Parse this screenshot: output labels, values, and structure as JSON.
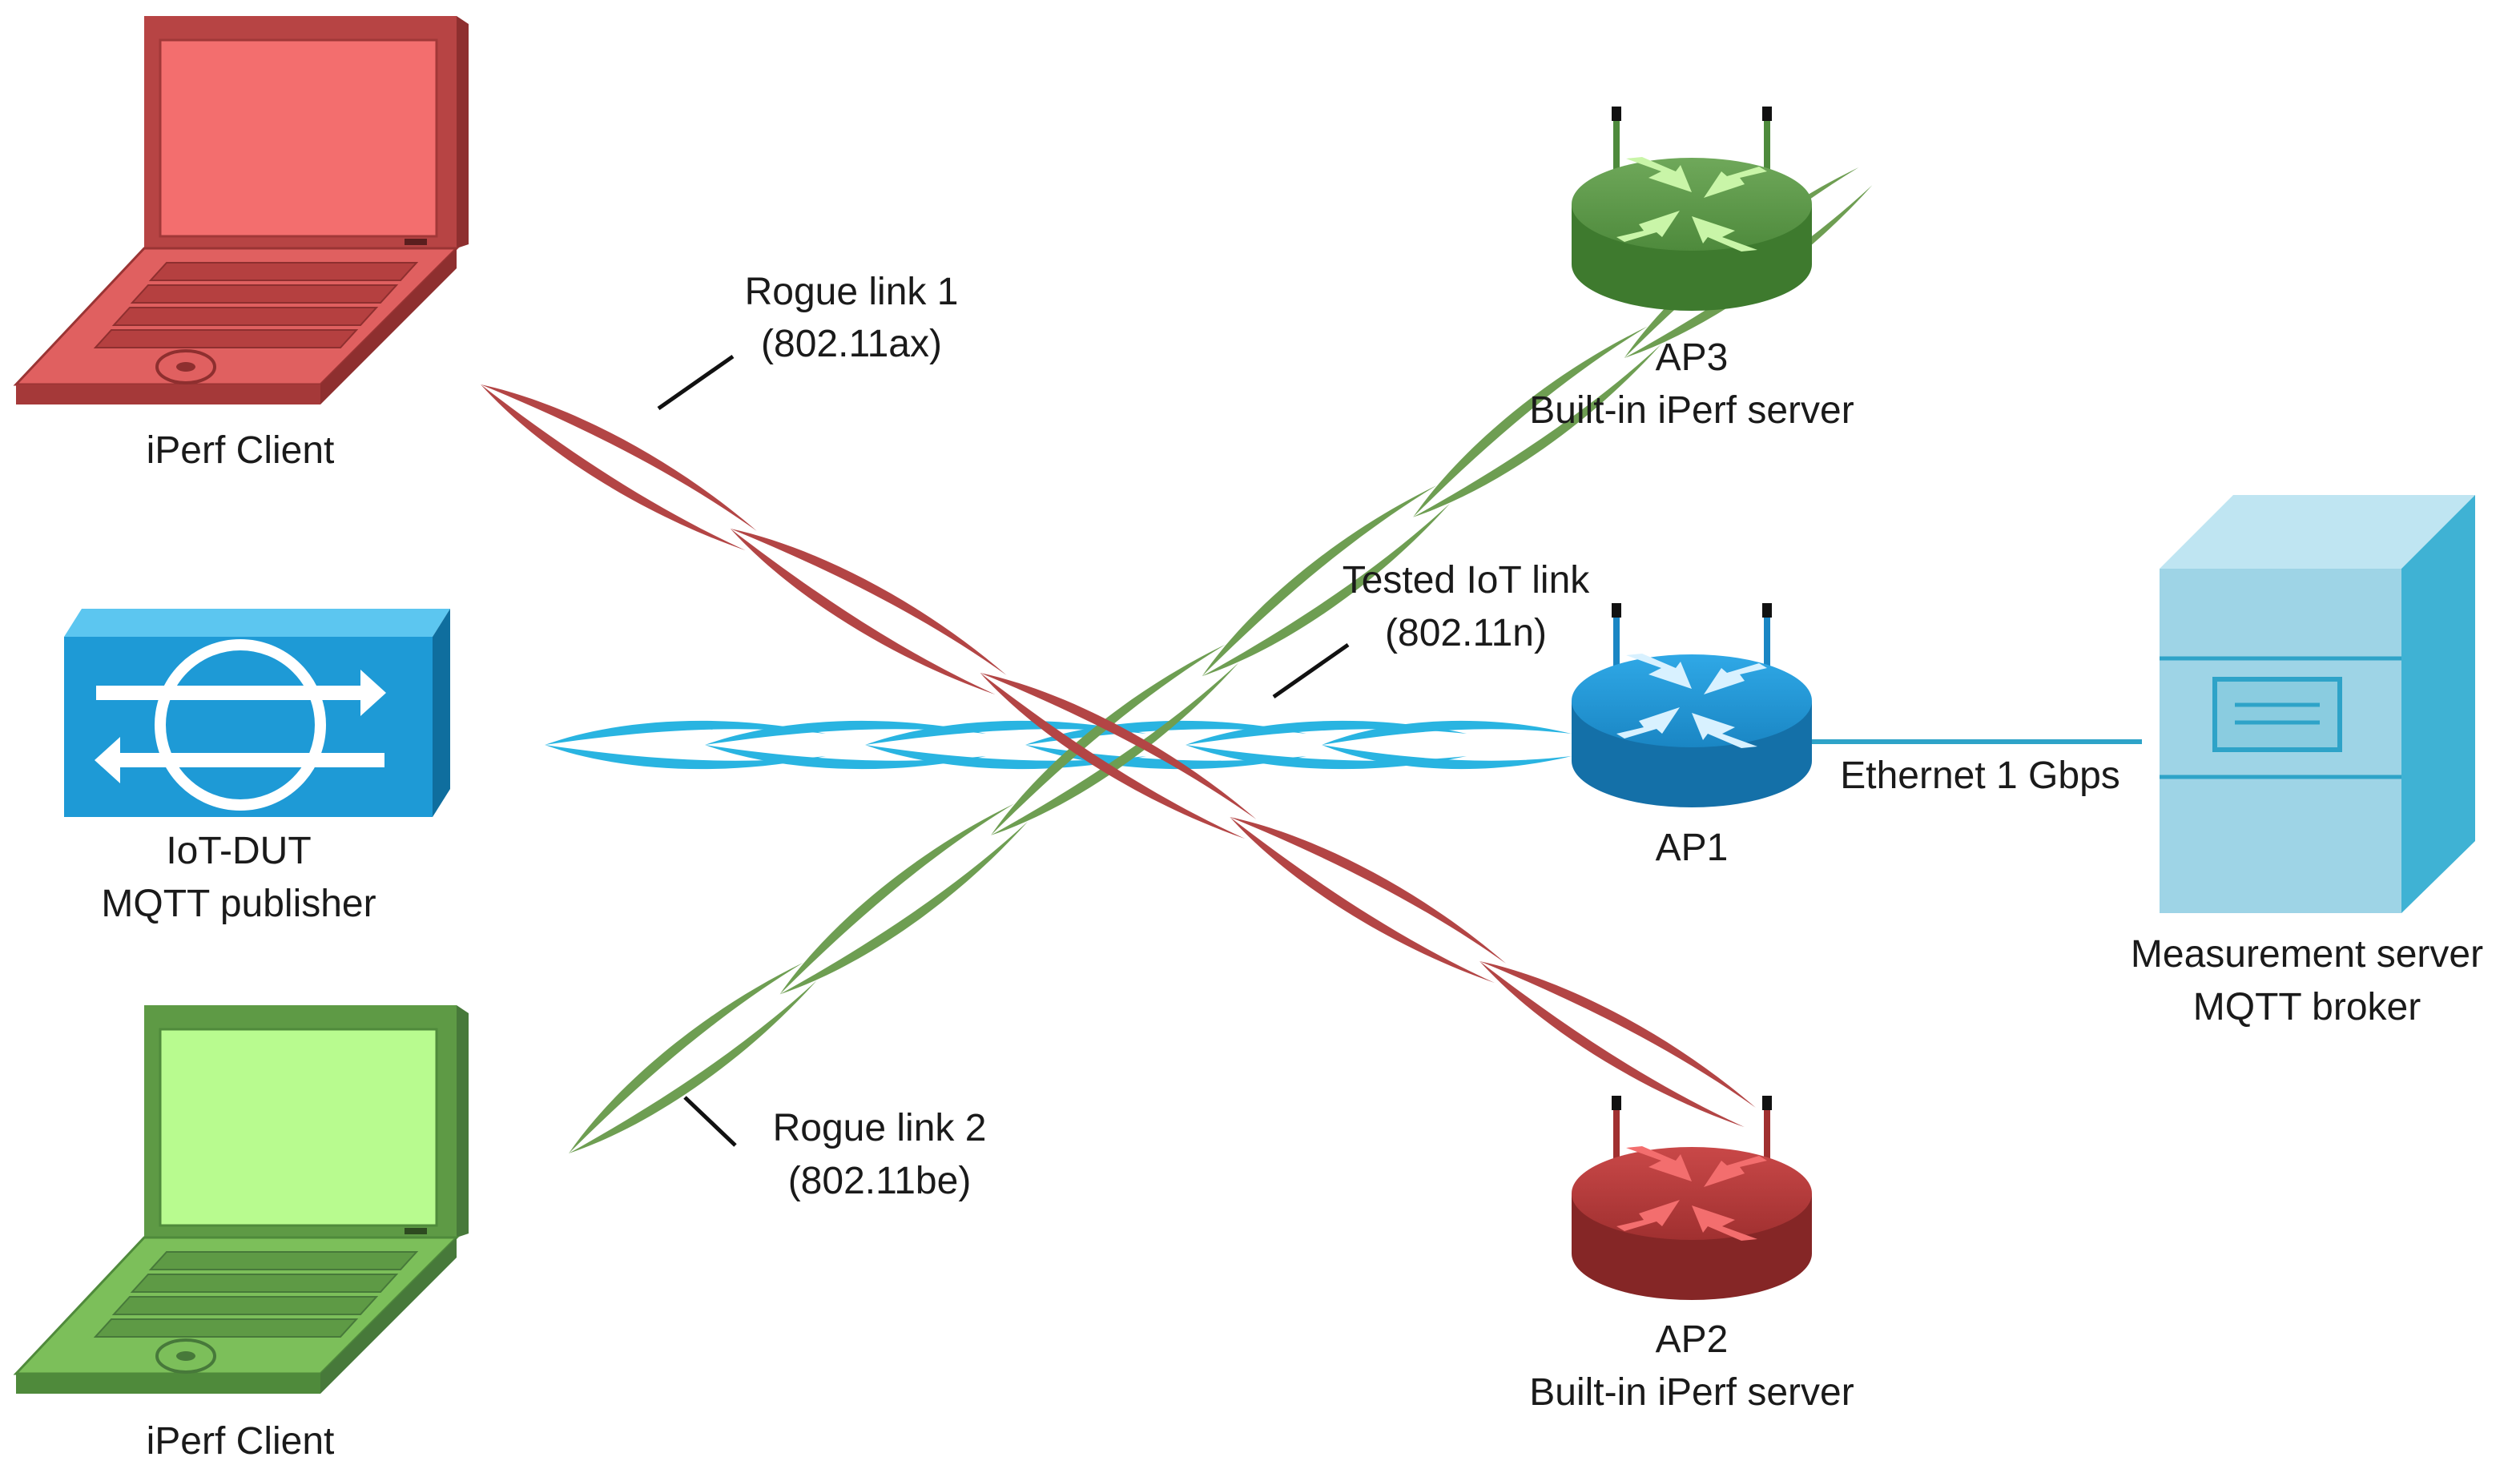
{
  "devices": {
    "client_top": {
      "caption": "iPerf Client",
      "color": "#E05A5A"
    },
    "iot_dut": {
      "caption_line1": "IoT-DUT",
      "caption_line2": "MQTT publisher",
      "color": "#1E9AD6"
    },
    "client_bottom": {
      "caption": "iPerf Client",
      "color": "#7CBF5A"
    },
    "ap3": {
      "caption_line1": "AP3",
      "caption_line2": "Built-in iPerf server",
      "color": "#5F9A48"
    },
    "ap1": {
      "caption": "AP1",
      "color": "#1E8FCE"
    },
    "ap2": {
      "caption_line1": "AP2",
      "caption_line2": "Built-in iPerf server",
      "color": "#B23A3A"
    },
    "server": {
      "caption_line1": "Measurement server",
      "caption_line2": "MQTT broker",
      "color": "#9ED4E6"
    }
  },
  "links": {
    "rogue1": {
      "line1": "Rogue link 1",
      "line2": "(802.11ax)",
      "color": "#B34545"
    },
    "rogue2": {
      "line1": "Rogue link 2",
      "line2": "(802.11be)",
      "color": "#6E9E52"
    },
    "iot": {
      "line1": "Tested IoT link",
      "line2": "(802.11n)",
      "color": "#1EB0E0"
    },
    "ethernet": {
      "label": "Ethernet 1 Gbps",
      "color": "#2EA3C8"
    }
  }
}
